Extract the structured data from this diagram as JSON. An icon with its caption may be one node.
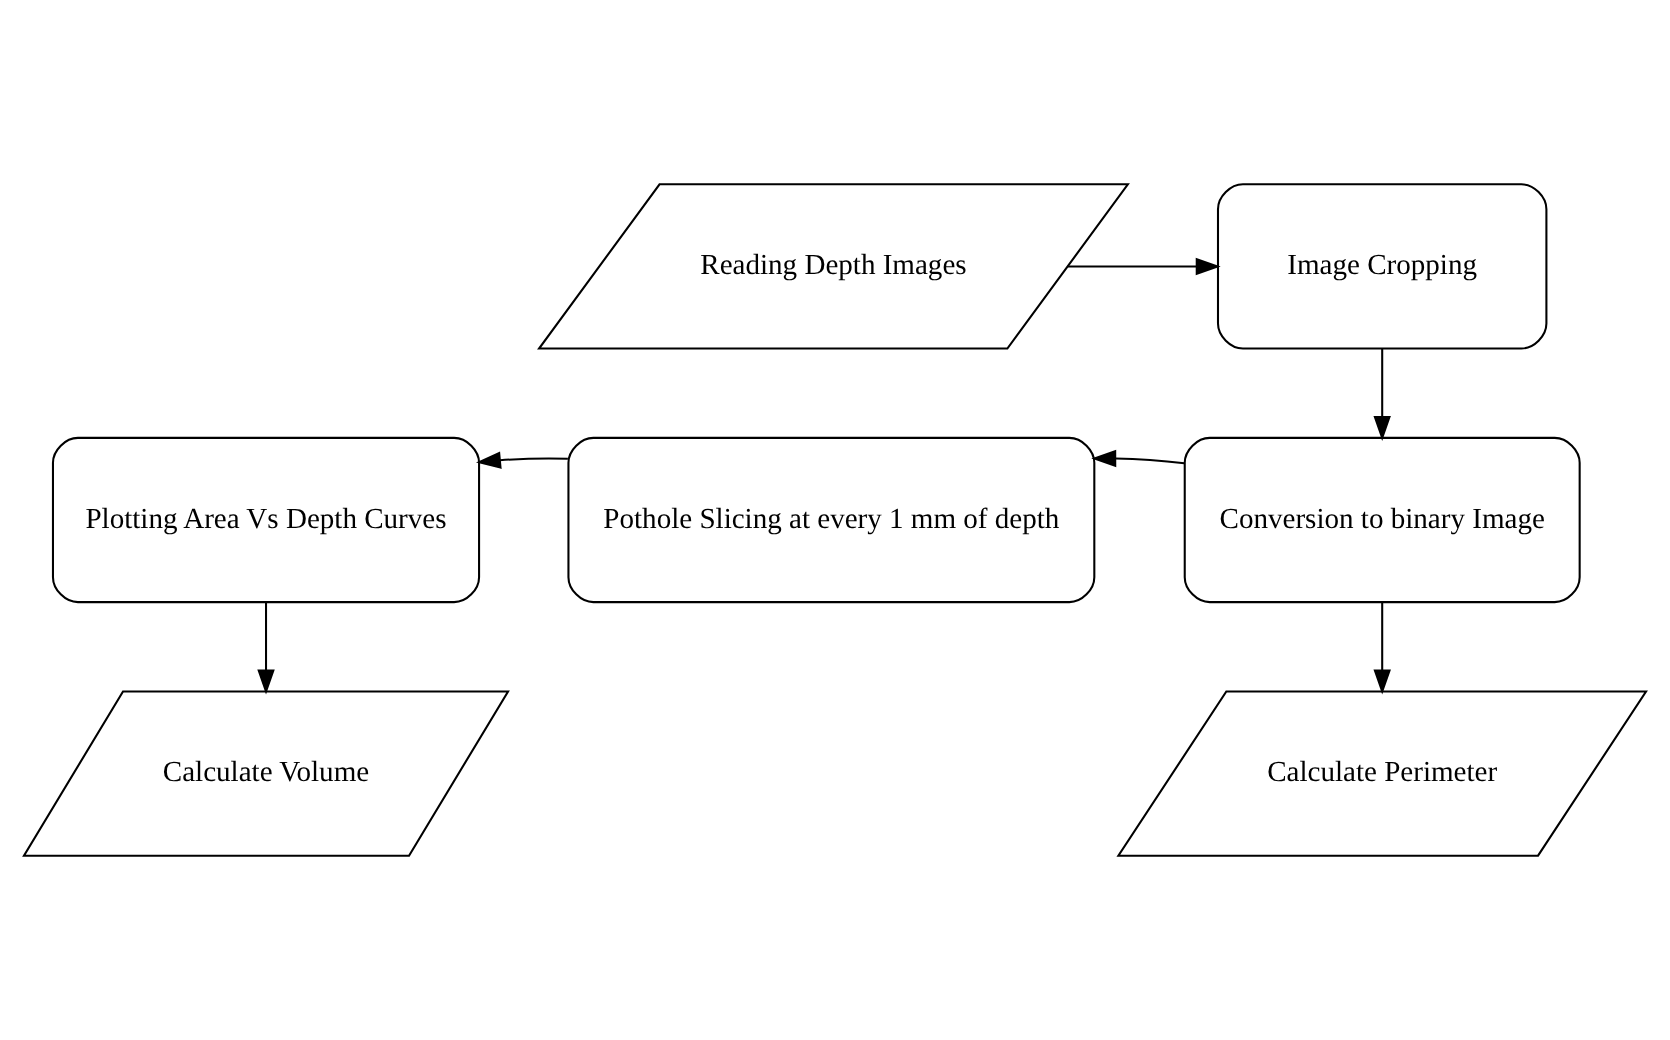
{
  "diagram": {
    "nodes": [
      {
        "text": [
          "Reading Depth Images"
        ]
      },
      {
        "text": [
          "Image Cropping"
        ]
      },
      {
        "text": [
          "Conversion to binary Image"
        ]
      },
      {
        "text": [
          "Pothole Slicing at every 1 mm of depth"
        ]
      },
      {
        "text": [
          "Plotting Area Vs Depth Curves"
        ]
      },
      {
        "text": [
          "Calculate Volume"
        ]
      },
      {
        "text": [
          "Calculate Perimeter"
        ]
      }
    ],
    "edges": [
      {
        "from": 0,
        "to": 1,
        "arrow": "to"
      },
      {
        "from": 1,
        "to": 2,
        "arrow": "to"
      },
      {
        "from": 2,
        "to": 3,
        "arrow": "to"
      },
      {
        "from": 3,
        "to": 4,
        "arrow": "to"
      },
      {
        "from": 4,
        "to": 5,
        "arrow": "to"
      },
      {
        "from": 2,
        "to": 6,
        "arrow": "to"
      }
    ]
  }
}
